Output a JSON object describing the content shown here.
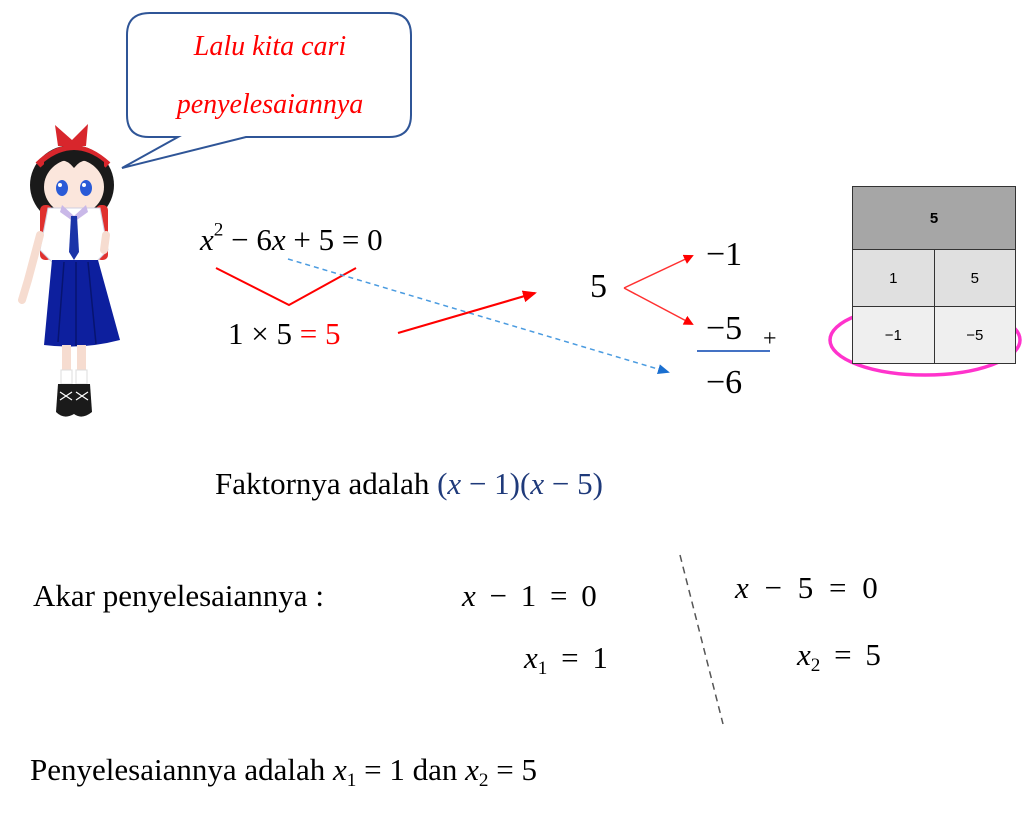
{
  "speech_bubble": {
    "line1": "Lalu kita cari",
    "line2": "penyelesaiannya"
  },
  "character": {
    "icon": "schoolgirl-illustration"
  },
  "equation": {
    "x": "x",
    "exp": "2",
    "rest": " − 6",
    "x2": "x",
    "tail": " + 5 = 0"
  },
  "product": {
    "left": "1 × 5 ",
    "equals": "=",
    "result": " 5"
  },
  "split": {
    "source": "5",
    "top": "−1",
    "bottom": "−5",
    "plus": "+",
    "sum": "−6"
  },
  "factor_table": {
    "header": "5",
    "rows": [
      [
        "1",
        "5"
      ],
      [
        "−1",
        "−5"
      ]
    ],
    "highlight_color": "#ff33cc"
  },
  "factors": {
    "label": "Faktornya adalah ",
    "expr_open1": "(",
    "x1": "x",
    "expr_mid1": " − 1)(",
    "x2": "x",
    "expr_mid2": " − 5)"
  },
  "roots": {
    "label": "Akar penyelesaiannya :",
    "left": {
      "x": "x",
      "eq": " − 1 = 0",
      "sol_x": "x",
      "sol_sub": "1",
      "sol_val": " = 1"
    },
    "right": {
      "x": "x",
      "eq": " − 5 = 0",
      "sol_x": "x",
      "sol_sub": "2",
      "sol_val": " = 5"
    }
  },
  "conclusion": {
    "text": "Penyelesaiannya adalah ",
    "x1": "x",
    "sub1": "1",
    "mid": " = 1 dan ",
    "x2": "x",
    "sub2": "2",
    "end": " = 5"
  },
  "colors": {
    "red": "#ff0000",
    "navy": "#1f3a7a",
    "bubble_border": "#2f5597",
    "dashed_blue": "#2e75d6",
    "table_header": "#a6a6a6"
  }
}
